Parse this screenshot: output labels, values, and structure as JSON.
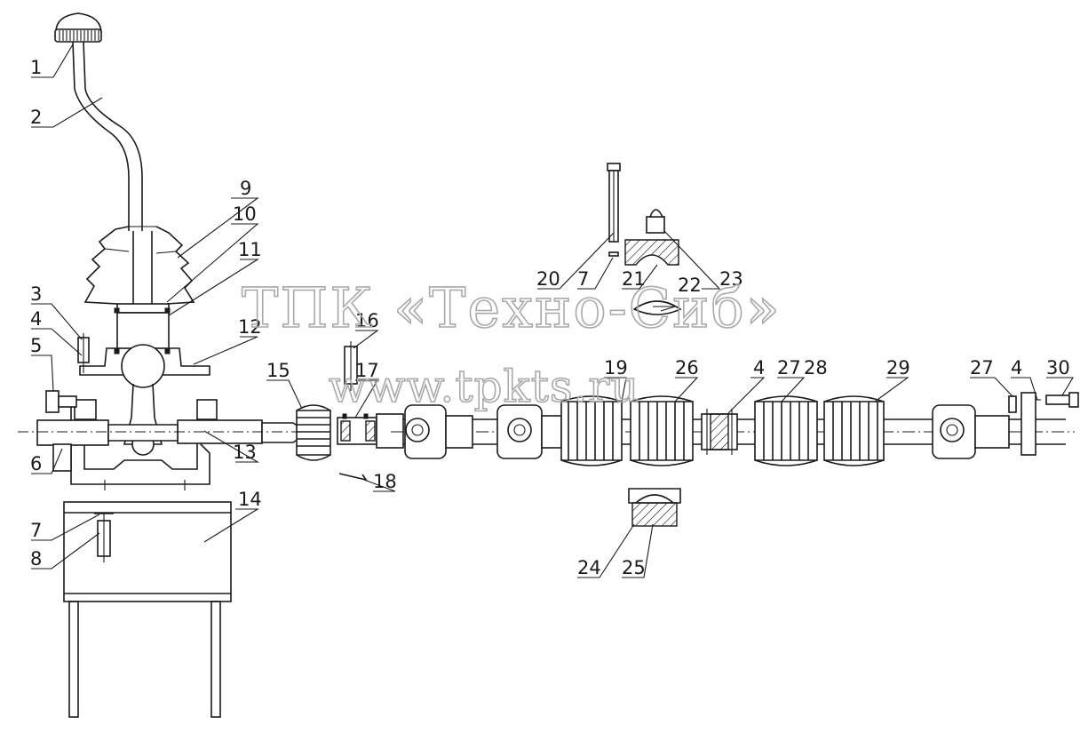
{
  "watermark": {
    "line1": "ТПК «Техно-Сиб»",
    "line2": "www.tpkts.ru"
  },
  "callouts": [
    "1",
    "2",
    "3",
    "4",
    "5",
    "6",
    "7",
    "8",
    "9",
    "10",
    "11",
    "12",
    "13",
    "14",
    "15",
    "16",
    "17",
    "18",
    "19",
    "20",
    "7",
    "21",
    "22",
    "23",
    "24",
    "25",
    "26",
    "4",
    "27",
    "28",
    "29",
    "27",
    "4",
    "30"
  ]
}
